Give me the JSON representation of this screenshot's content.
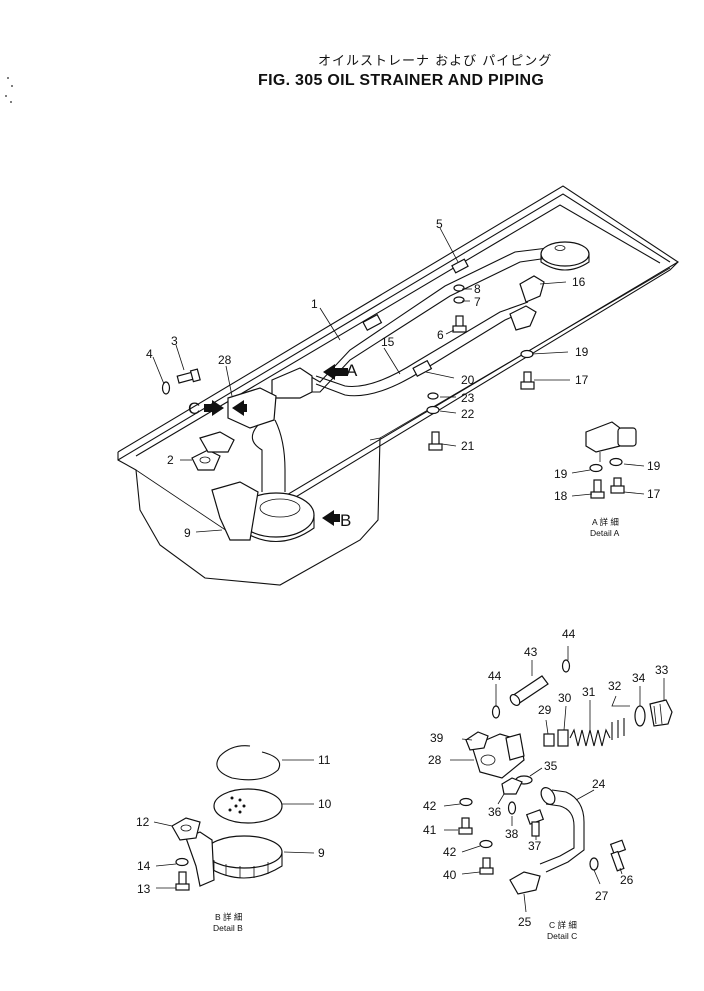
{
  "header": {
    "title_jp": "オイルストレーナ および パイピング",
    "title_en": "FIG. 305 OIL STRAINER AND PIPING"
  },
  "views": {
    "a_arrow": "A",
    "b_arrow": "B",
    "c_arrow": "C",
    "detail_a_jp": "A 詳 細",
    "detail_a": "Detail A",
    "detail_b_jp": "B 詳 細",
    "detail_b": "Detail B",
    "detail_c_jp": "C 詳 細",
    "detail_c": "Detail C"
  },
  "callouts": {
    "main": [
      "1",
      "2",
      "3",
      "4",
      "5",
      "6",
      "7",
      "8",
      "9",
      "15",
      "16",
      "17",
      "19",
      "20",
      "21",
      "22",
      "23",
      "28"
    ],
    "detail_a": [
      "17",
      "18",
      "19",
      "19"
    ],
    "detail_b": [
      "9",
      "10",
      "11",
      "12",
      "13",
      "14"
    ],
    "detail_c": [
      "24",
      "25",
      "26",
      "27",
      "28",
      "29",
      "30",
      "31",
      "32",
      "33",
      "34",
      "35",
      "36",
      "37",
      "38",
      "39",
      "40",
      "41",
      "42",
      "42",
      "43",
      "44",
      "44"
    ]
  }
}
